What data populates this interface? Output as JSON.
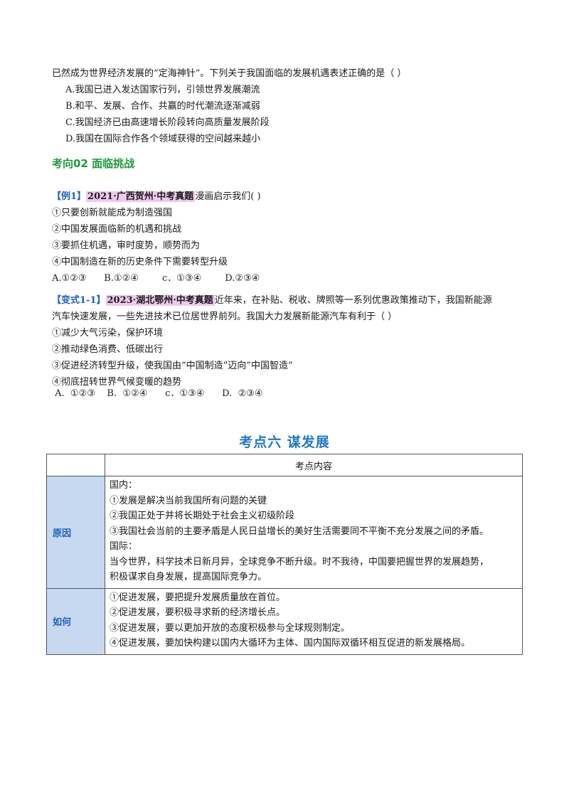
{
  "question_intro": {
    "stem": "已然成为世界经济发展的“定海神针”。下列关于我国面临的发展机遇表述正确的是（          ）",
    "options": [
      "A.我国已进入发达国家行列，引领世界发展潮流",
      "B.和平、发展、合作、共赢的时代潮流逐渐减弱",
      "C.我国经济已由高速增长阶段转向高质量发展阶段",
      "D.我国在国际合作各个领域获得的空间越来越小"
    ]
  },
  "heading_02": "考向02    面临挑战",
  "example1": {
    "tag": "【例1】",
    "source": "2021·广西贺州·中考真题",
    "stem": "漫画启示我们(            )",
    "statements": [
      "①只要创新就能成为制造强国",
      "②中国发展面临新的机遇和挑战",
      "③要抓住机遇，审时度势，顺势而为",
      "④中国制造在新的历史条件下需要转型升级"
    ],
    "options": "A.①②③      B.①②④        c．①③④        D.②③④"
  },
  "variant1": {
    "tag": "【变式1-1】",
    "source": "2023·湖北鄂州·中考真题",
    "stem_line1": "近年来，在补贴、税收、牌照等一系列优惠政策推动下，我国新能源",
    "stem_line2": "汽车快速发展，一些先进技术已位居世界前列。我国大力发展新能源汽车有利于（            ）",
    "statements": [
      "①减少大气污染，保护环境",
      "②推动绿色消费、低碳出行",
      "③促进经济转型升级，使我国由“中国制造”迈向“中国智造”",
      "④彻底扭转世界气候变暖的趋势"
    ],
    "options": " A.  ①②③    B.  ①②④      c．①③④      D.  ②③④"
  },
  "section_title": "考点六    谋发展",
  "table": {
    "header": "考点内容",
    "rows": [
      {
        "label": "原因",
        "lines": [
          "国内：",
          "①发展是解决当前我国所有问题的关键",
          "②我国正处于并将长期处于社会主义初级阶段",
          "③我国社会当前的主要矛盾是人民日益增长的美好生活需要同不平衡不充分发展之间的矛盾。",
          "国际：",
          "当今世界，科学技术日新月异，全球竞争不断升级。时不我待，中国要把握世界的发展趋势，",
          "积极谋求自身发展，提高国际竞争力。"
        ]
      },
      {
        "label": "如何",
        "lines": [
          "①促进发展，要把提升发展质量放在首位。",
          "②促进发展，要积极寻求新的经济增长点。",
          "③促进发展，要以更加开放的态度积极参与全球规则制定。",
          "④促进发展，要加快构建以国内大循环为主体、国内国际双循环相互促进的新发展格局。"
        ]
      }
    ]
  },
  "colors": {
    "heading_green": "#1e9a3c",
    "tag_blue": "#1f5fbf",
    "source_highlight": "#f0c8f0",
    "section_title_blue": "#1f78c8",
    "table_label_bg": "#c6d9f1"
  }
}
